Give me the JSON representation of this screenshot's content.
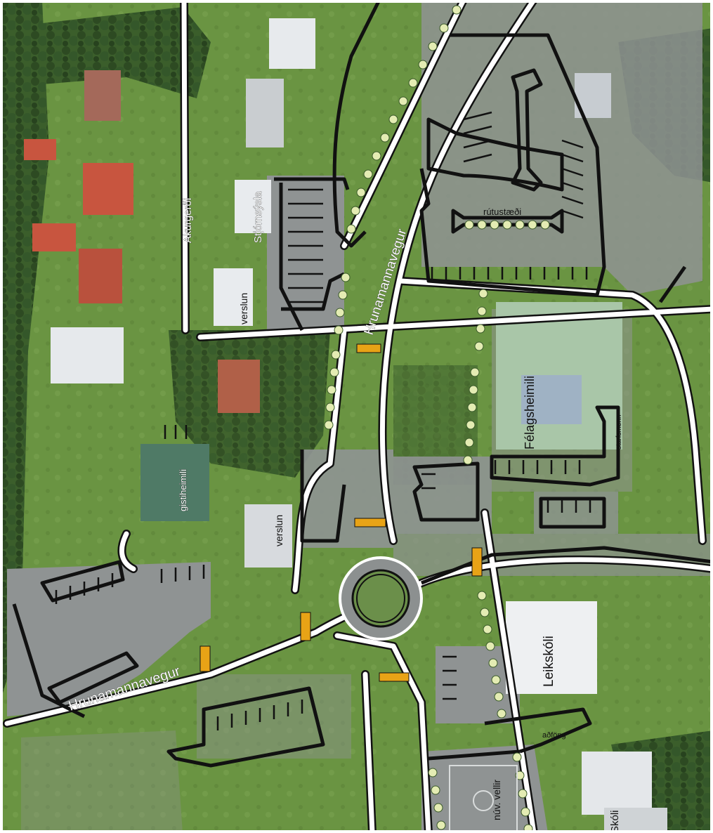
{
  "map": {
    "colors": {
      "grass": "#5f8a3a",
      "trees": "#2f4f25",
      "asphalt": "#8c9090",
      "road_edge": "#111111",
      "road_fill": "#ffffff",
      "crossing": "#e8a316",
      "tree_marker": "#e4ecb3",
      "roof_red": "#b04a36",
      "roof_white": "#e6e9ec",
      "roof_green": "#4f7a66"
    },
    "labels": {
      "akurgerdi": "Akurgerði",
      "hrunamannavegur_north": "Hrunamannavegur",
      "hrunamannavegur_south": "Hrunamannavegur",
      "stjornsysla": "Stjórnsýsla",
      "verslun_1": "verslun",
      "verslun_2": "verslun",
      "gistiheimili": "gistiheimili",
      "rutustaedi": "rútustæði",
      "felagsheimili": "Félagsheimili",
      "starfsmenn": "starfsmenn",
      "leikskoli": "Leikskóli",
      "adfong": "aðföng",
      "nuv_vellir": "núv. vellir",
      "grunnskoli": "Skóli"
    }
  }
}
